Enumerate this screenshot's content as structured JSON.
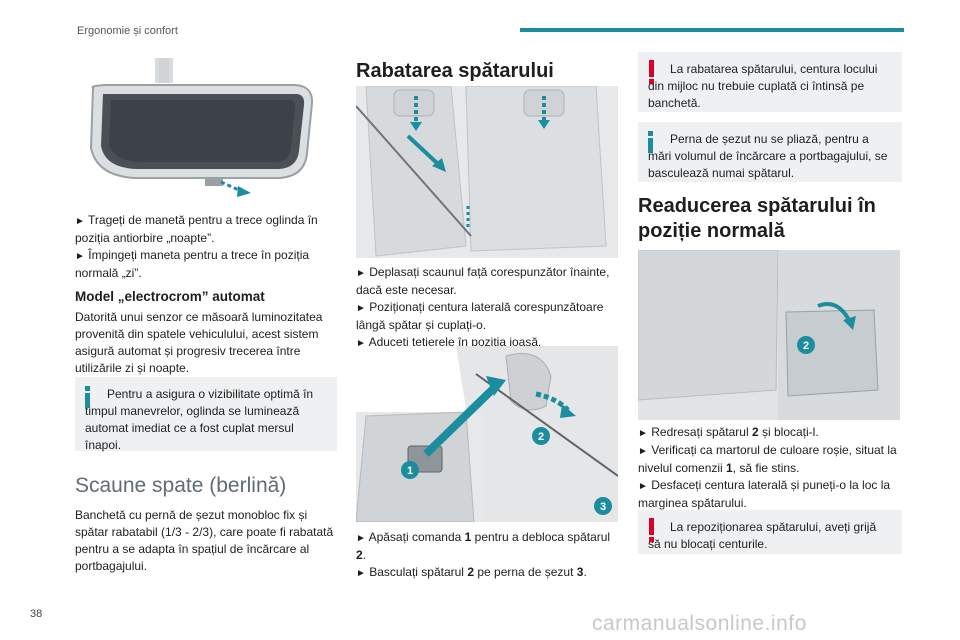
{
  "header": {
    "section": "Ergonomie și confort",
    "page_number": "38",
    "accent_color": "#1b8d9e"
  },
  "col1": {
    "mirror_lines": [
      "Trageți de manetă pentru a trece oglinda în poziția antiorbire „noapte”.",
      "Împingeți maneta pentru a trece în poziția normală „zi”."
    ],
    "heading_auto": "Model „electrocrom” automat",
    "para_auto": "Datorită unui senzor ce măsoară luminozitatea provenită din spatele vehiculului, acest sistem asigură automat și progresiv trecerea între utilizările zi și noapte.",
    "note_info": "Pentru a asigura o vizibilitate optimă în timpul manevrelor, oglinda se luminează automat imediat ce a fost cuplat mersul înapoi.",
    "heading_seats": "Scaune spate (berlină)",
    "para_seats": "Banchetă cu pernă de șezut monobloc fix și spătar rabatabil (1/3 - 2/3), care poate fi rabatată pentru a se adapta în spațiul de încărcare al portbagajului."
  },
  "col2": {
    "heading": "Rabatarea spătarului",
    "steps": [
      "Deplasați scaunul față corespunzător înainte, dacă este necesar.",
      "Poziționați centura laterală corespunzătoare lângă spătar și cuplați-o.",
      "Aduceți tetierele în poziția joasă."
    ],
    "step4_pre": "Apăsați comanda ",
    "step4_num": "1",
    "step4_post": " pentru a debloca spătarul ",
    "step4_num2": "2",
    "step4_end": ".",
    "step5_pre": "Basculați spătarul ",
    "step5_num": "2",
    "step5_mid": " pe perna de șezut ",
    "step5_num2": "3",
    "step5_end": ".",
    "callouts": [
      "1",
      "2",
      "3"
    ]
  },
  "col3": {
    "warn1": "La rabatarea spătarului, centura locului din mijloc nu trebuie cuplată ci întinsă pe banchetă.",
    "info1": "Perna de șezut nu se pliază, pentru a mări volumul de încărcare a portbagajului, se basculează numai spătarul.",
    "heading": "Readucerea spătarului în poziție normală",
    "callout": "2",
    "s1_pre": "Redresați spătarul ",
    "s1_num": "2",
    "s1_post": " și blocați-l.",
    "s2_pre": "Verificați ca martorul de culoare roșie, situat la nivelul comenzii ",
    "s2_num": "1",
    "s2_post": ", să fie stins.",
    "s3": "Desfaceți centura laterală și puneți-o la loc la marginea spătarului.",
    "warn2": "La repoziționarea spătarului, aveți grijă să nu blocați centurile."
  },
  "watermark": "carmanualsonline.info",
  "bullet": "►"
}
